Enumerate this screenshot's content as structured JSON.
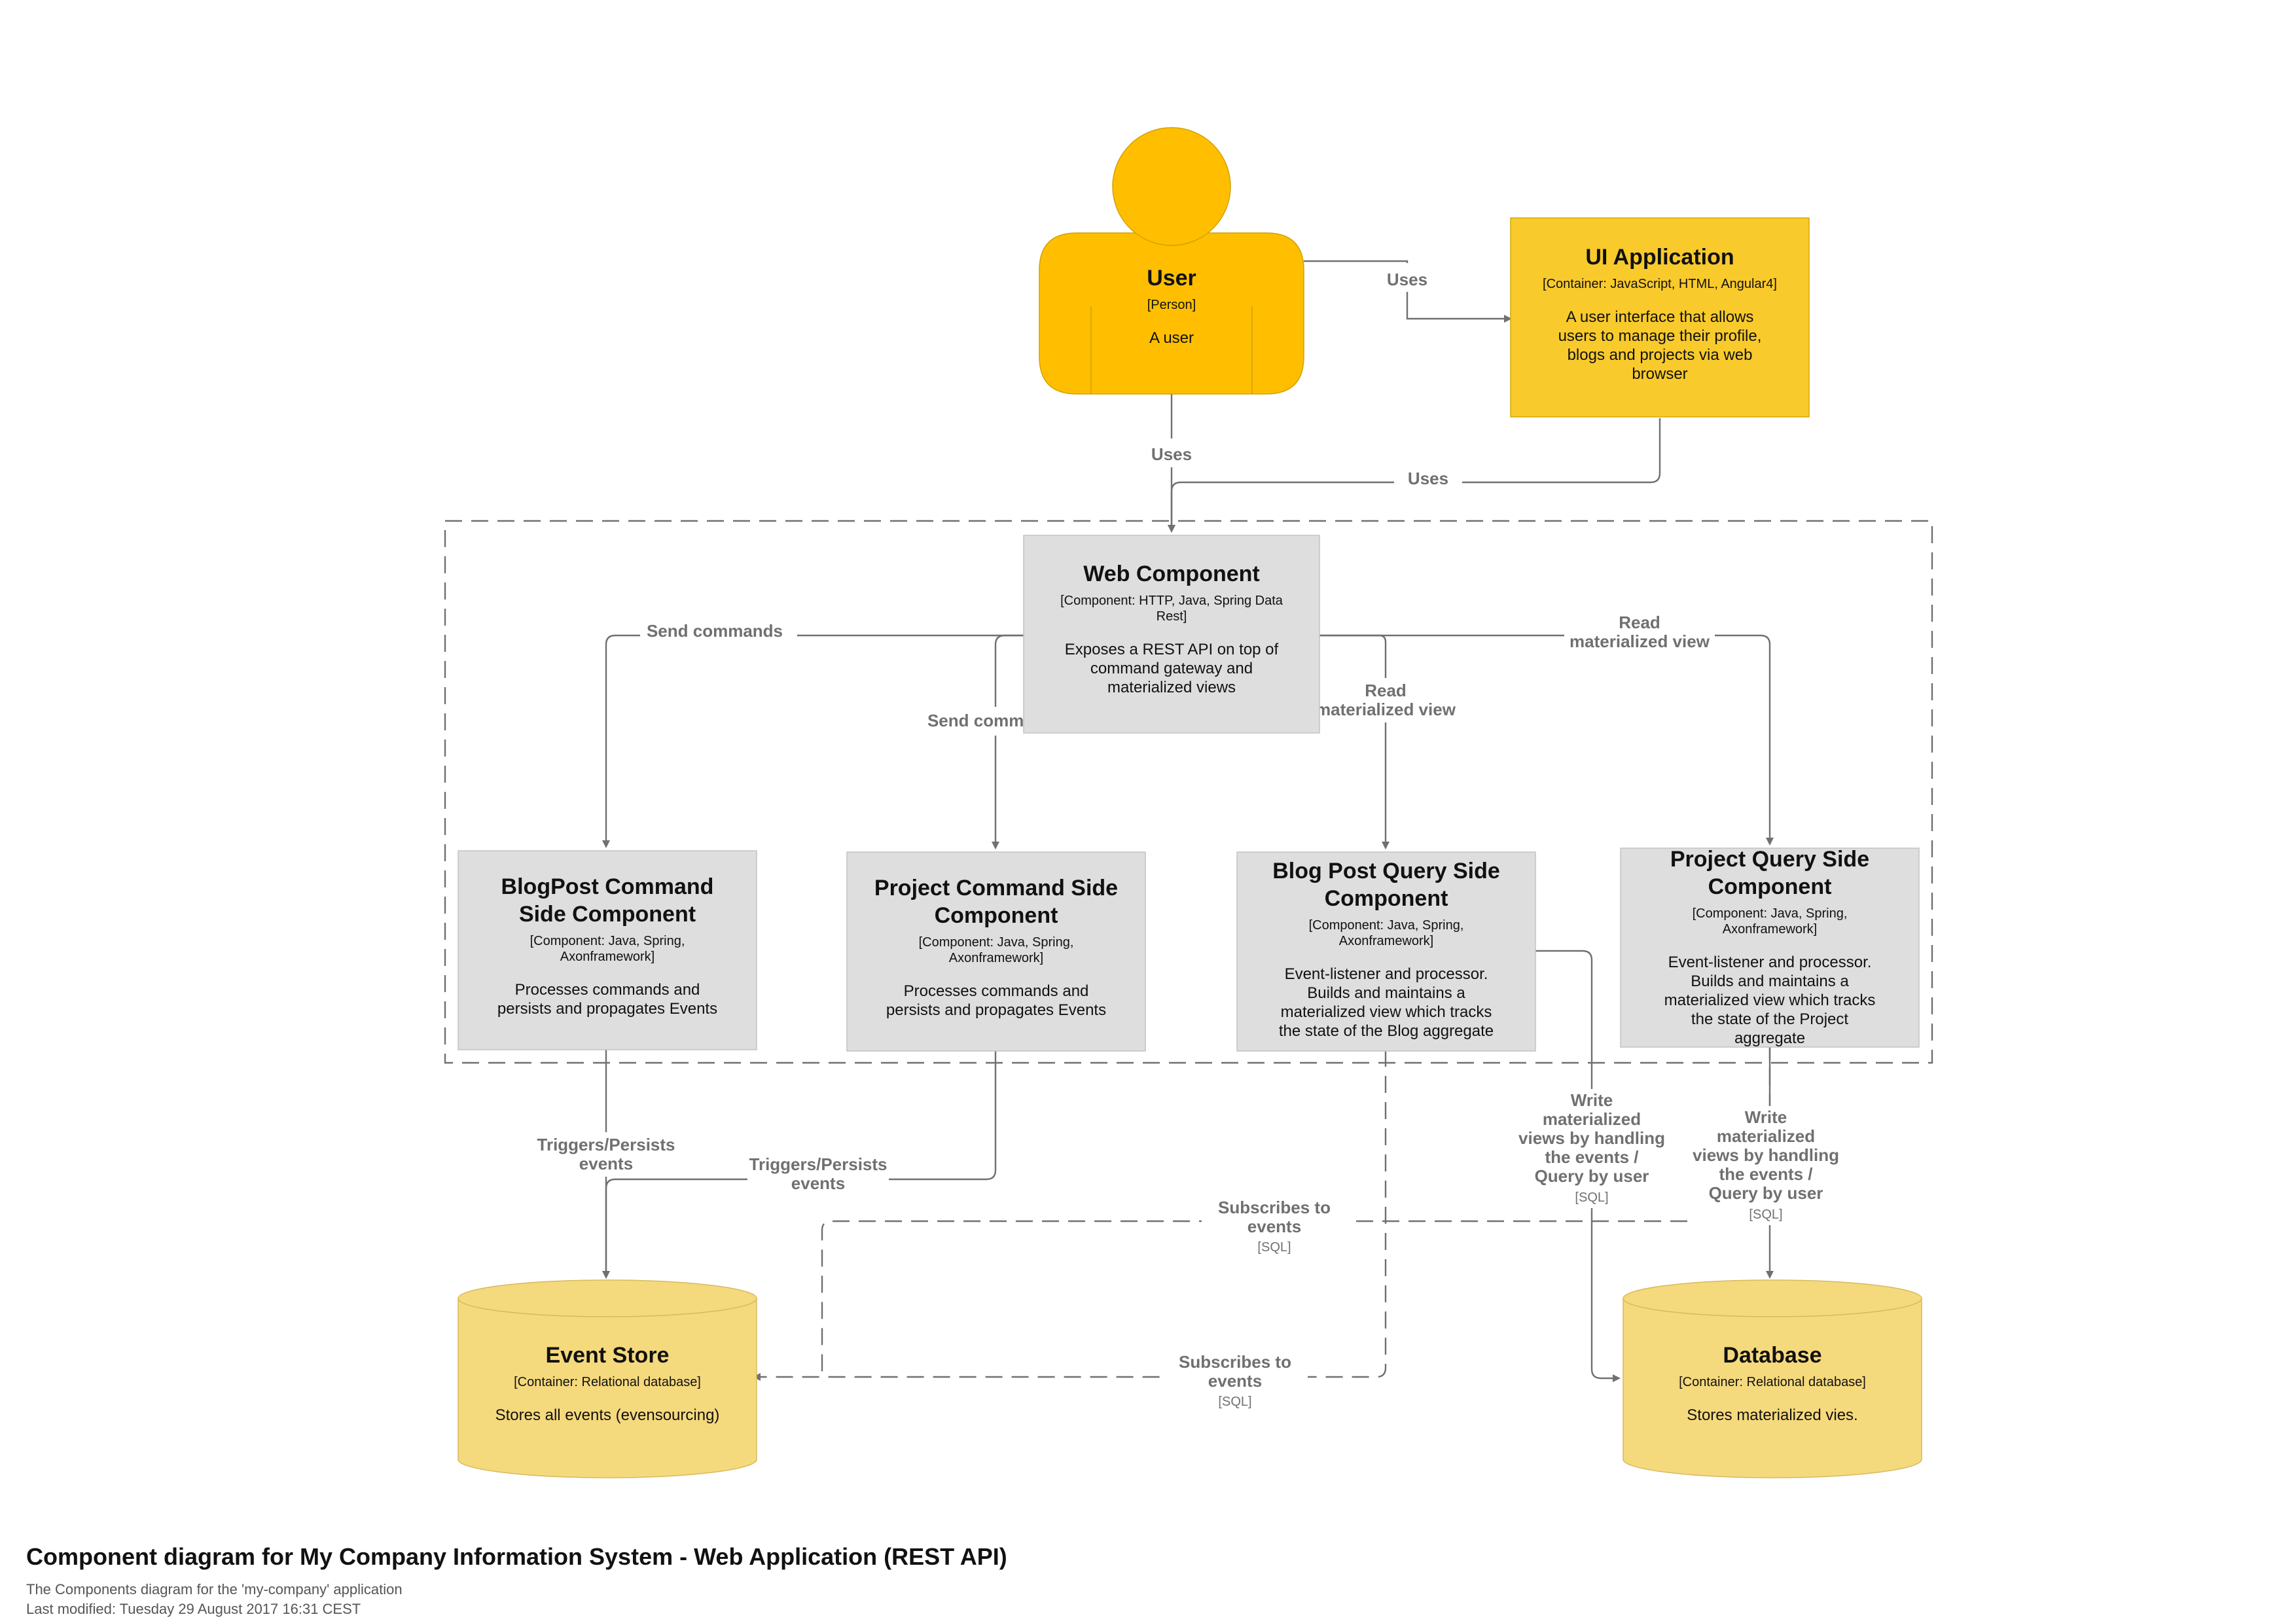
{
  "colors": {
    "person": "#FFBF00",
    "ui_application": "#F9CA2C",
    "component": "#DEDEDE",
    "database": "#F5D97D",
    "edge": "#707070",
    "boundary": "#707070"
  },
  "nodes": {
    "user": {
      "title": "User",
      "tech": "[Person]",
      "desc": [
        "A user"
      ]
    },
    "ui_app": {
      "title": "UI Application",
      "tech": "[Container: JavaScript, HTML, Angular4]",
      "desc": [
        "A user interface that allows",
        "users to manage their profile,",
        "blogs and projects via web",
        "browser"
      ]
    },
    "web": {
      "title": "Web Component",
      "tech": [
        "[Component: HTTP, Java, Spring Data",
        "Rest]"
      ],
      "desc": [
        "Exposes a REST API on top of",
        "command gateway and",
        "materialized views"
      ]
    },
    "blogpost_cmd": {
      "title": [
        "BlogPost Command",
        "Side Component"
      ],
      "tech": [
        "[Component: Java, Spring,",
        "Axonframework]"
      ],
      "desc": [
        "Processes commands and",
        "persists and propagates Events"
      ]
    },
    "project_cmd": {
      "title": [
        "Project Command Side",
        "Component"
      ],
      "tech": [
        "[Component: Java, Spring,",
        "Axonframework]"
      ],
      "desc": [
        "Processes commands and",
        "persists and propagates Events"
      ]
    },
    "blog_query": {
      "title": [
        "Blog Post Query Side",
        "Component"
      ],
      "tech": [
        "[Component: Java, Spring,",
        "Axonframework]"
      ],
      "desc": [
        "Event-listener and processor.",
        "Builds and maintains a",
        "materialized view which tracks",
        "the state of the Blog aggregate"
      ]
    },
    "project_query": {
      "title": [
        "Project Query Side",
        "Component"
      ],
      "tech": [
        "[Component: Java, Spring,",
        "Axonframework]"
      ],
      "desc": [
        "Event-listener and processor.",
        "Builds and maintains a",
        "materialized view which tracks",
        "the state of the Project",
        "aggregate"
      ]
    },
    "event_store": {
      "title": "Event Store",
      "tech": "[Container: Relational database]",
      "desc": [
        "Stores all events (evensourcing)"
      ]
    },
    "database": {
      "title": "Database",
      "tech": "[Container: Relational database]",
      "desc": [
        "Stores materialized vies."
      ]
    }
  },
  "edges": {
    "user_ui": {
      "label": [
        "Uses"
      ]
    },
    "user_web": {
      "label": [
        "Uses"
      ]
    },
    "ui_web": {
      "label": [
        "Uses"
      ]
    },
    "web_blogpost_cmd": {
      "label": [
        "Send commands"
      ]
    },
    "web_project_cmd": {
      "label": [
        "Send commands"
      ]
    },
    "web_blog_query": {
      "label": [
        "Read",
        "materialized view"
      ]
    },
    "web_project_query": {
      "label": [
        "Read",
        "materialized view"
      ]
    },
    "blogpost_cmd_store": {
      "label": [
        "Triggers/Persists",
        "events"
      ]
    },
    "project_cmd_store": {
      "label": [
        "Triggers/Persists",
        "events"
      ]
    },
    "project_query_store": {
      "label": [
        "Subscribes to",
        "events"
      ],
      "tech": "[SQL]"
    },
    "blog_query_store": {
      "label": [
        "Subscribes to",
        "events"
      ],
      "tech": "[SQL]"
    },
    "blog_query_db": {
      "label": [
        "Write",
        "materialized",
        "views by handling",
        "the events /",
        "Query by user"
      ],
      "tech": "[SQL]"
    },
    "project_query_db": {
      "label": [
        "Write",
        "materialized",
        "views by handling",
        "the events /",
        "Query by user"
      ],
      "tech": "[SQL]"
    }
  },
  "footer": {
    "title": "Component diagram for My Company Information System - Web Application (REST API)",
    "subtitle": "The Components diagram for the 'my-company' application",
    "modified": "Last modified: Tuesday 29 August 2017 16:31 CEST"
  }
}
